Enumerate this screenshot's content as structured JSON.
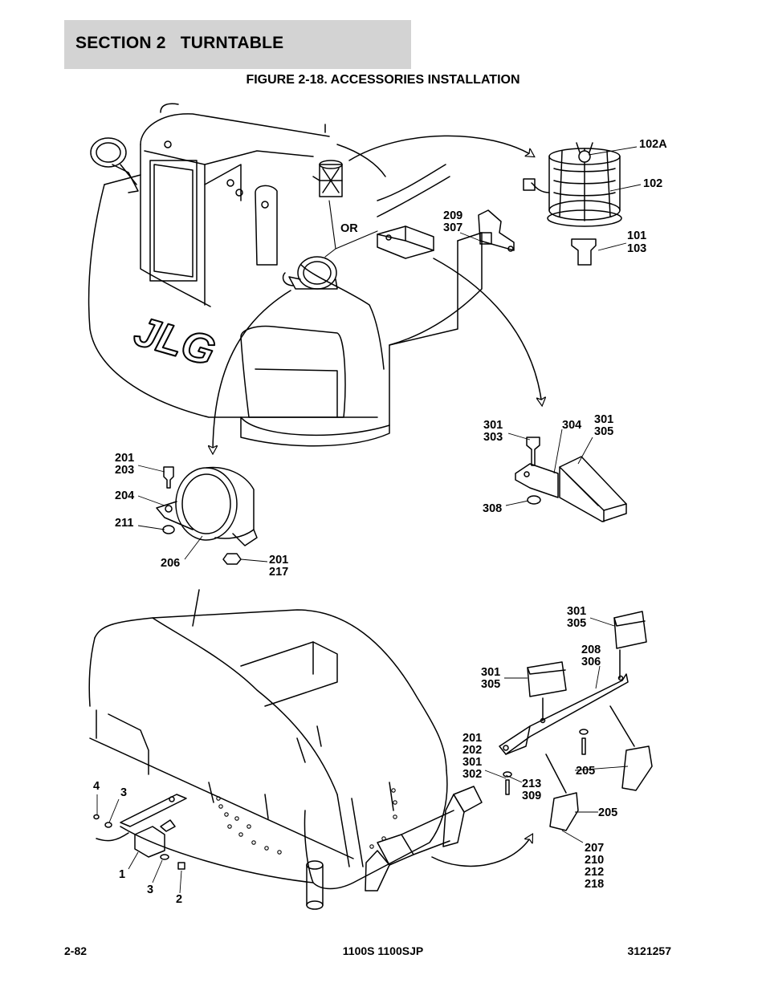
{
  "header": {
    "section": "SECTION 2   TURNTABLE"
  },
  "figure": {
    "title": "FIGURE 2-18. ACCESSORIES INSTALLATION"
  },
  "logo": {
    "text": "JLG"
  },
  "labels": {
    "or": "OR",
    "l102a": "102A",
    "l102": "102",
    "l101": "101",
    "l103": "103",
    "l209": "209",
    "l307": "307",
    "l301a": "301",
    "l303": "303",
    "l304": "304",
    "l301b": "301",
    "l305a": "305",
    "l308": "308",
    "l201a": "201",
    "l203": "203",
    "l204": "204",
    "l211": "211",
    "l206": "206",
    "l201b": "201",
    "l217": "217",
    "l301c": "301",
    "l305b": "305",
    "l208": "208",
    "l306": "306",
    "l301d": "301",
    "l305c": "305",
    "l201c": "201",
    "l202": "202",
    "l301e": "301",
    "l302": "302",
    "l213": "213",
    "l309": "309",
    "l205a": "205",
    "l205b": "205",
    "l207": "207",
    "l210": "210",
    "l212": "212",
    "l218": "218",
    "l4": "4",
    "l3a": "3",
    "l1": "1",
    "l3b": "3",
    "l2": "2"
  },
  "footer": {
    "page": "2-82",
    "model": "1100S 1100SJP",
    "doc_number": "3121257"
  }
}
